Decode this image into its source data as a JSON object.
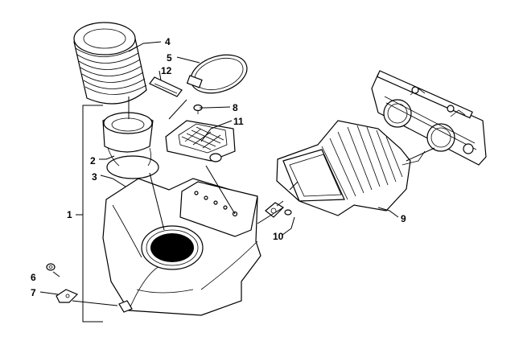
{
  "callouts": {
    "c1": "1",
    "c2": "2",
    "c3": "3",
    "c4": "4",
    "c5": "5",
    "c6": "6",
    "c7": "7",
    "c8": "8",
    "c9": "9",
    "c10": "10",
    "c11": "11",
    "c12": "12"
  },
  "parts": [
    {
      "callout": "1",
      "icon": "airbox-assembly-icon"
    },
    {
      "callout": "2",
      "icon": "rubber-boot-icon"
    },
    {
      "callout": "3",
      "icon": "airbox-housing-icon"
    },
    {
      "callout": "4",
      "icon": "bellows-intake-icon"
    },
    {
      "callout": "5",
      "icon": "hose-clamp-icon"
    },
    {
      "callout": "6",
      "icon": "grommet-icon"
    },
    {
      "callout": "7",
      "icon": "bracket-icon"
    },
    {
      "callout": "8",
      "icon": "screw-icon"
    },
    {
      "callout": "9",
      "icon": "intake-boot-icon"
    },
    {
      "callout": "10",
      "icon": "screw-icon"
    },
    {
      "callout": "11",
      "icon": "filter-screen-icon"
    },
    {
      "callout": "12",
      "icon": "clip-icon"
    }
  ]
}
